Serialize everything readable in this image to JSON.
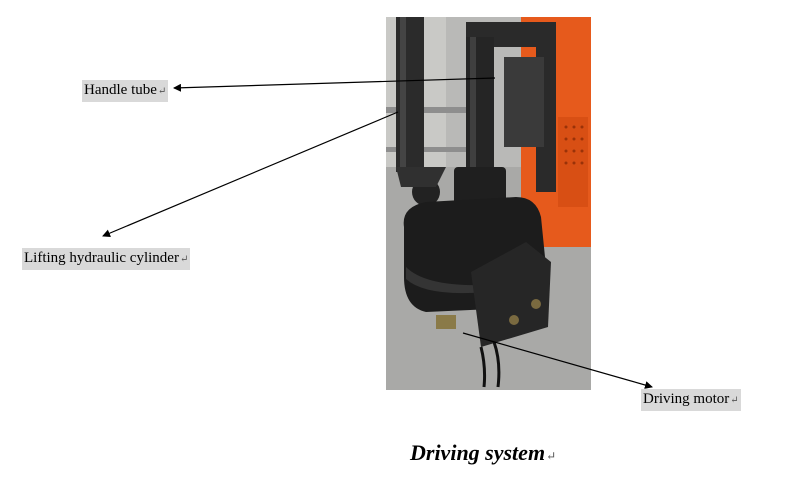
{
  "labels": {
    "handle_tube": "Handle tube",
    "lifting_cylinder": "Lifting hydraulic cylinder",
    "driving_motor": "Driving motor"
  },
  "caption": "Driving system",
  "paragraph_mark": "↵",
  "colors": {
    "label_highlight": "#d9d9d9",
    "body_orange": "#e65a1c",
    "housing_black": "#1c1c1c"
  }
}
